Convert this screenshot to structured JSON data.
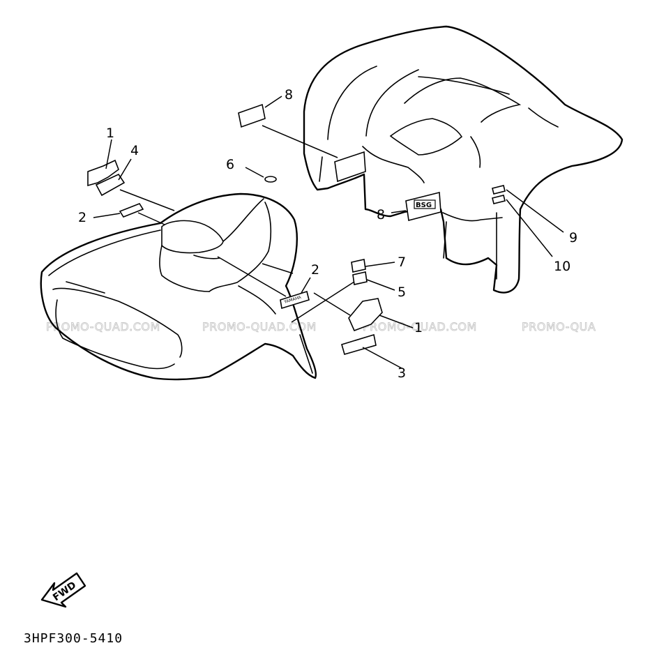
{
  "watermarks": [
    "PROMO-QUAD.COM",
    "PROMO-QUAD.COM",
    "PROMO-QUAD.COM",
    "PROMO-QUA"
  ],
  "callouts": {
    "c1_front": "1",
    "c4": "4",
    "c2_front": "2",
    "c6": "6",
    "c8_top": "8",
    "c8_side": "8",
    "c2_mid": "2",
    "c7": "7",
    "c5": "5",
    "c1_mid": "1",
    "c3": "3",
    "c9": "9",
    "c10": "10"
  },
  "decal_text": {
    "yamaha": "YAMAHA",
    "badge": "BSG"
  },
  "fwd_label": "FWD",
  "diagram_code": "3HPF300-5410",
  "colors": {
    "line": "#000000",
    "background": "#ffffff",
    "watermark": "#c9c9c9"
  }
}
